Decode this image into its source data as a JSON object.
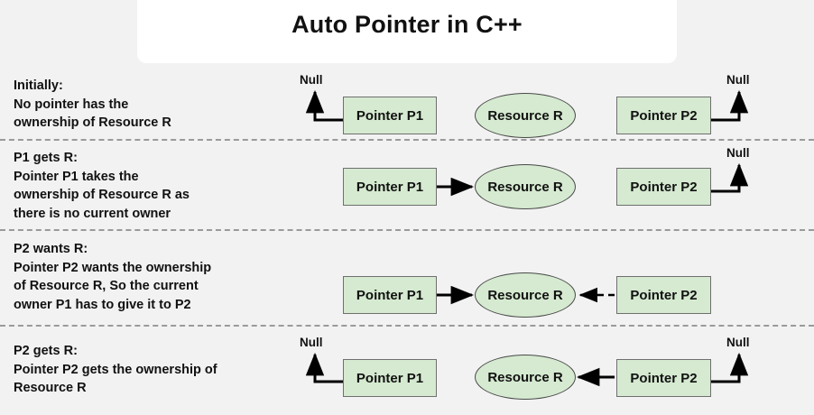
{
  "header": {
    "title": "Auto Pointer in C++"
  },
  "colors": {
    "page_background": "#f2f2f2",
    "card_background": "#ffffff",
    "node_fill": "#d5ead0",
    "node_border": "#6f6f6f",
    "divider": "#9a9a9a",
    "text": "#111111",
    "arrow": "#000000"
  },
  "labels": {
    "null": "Null",
    "pointer_p1": "Pointer P1",
    "pointer_p2": "Pointer P2",
    "resource_r": "Resource R"
  },
  "rows": [
    {
      "id": "initially",
      "heading": "Initially:",
      "body": "No pointer has the\nownership of Resource R",
      "full_text": "Initially:\nNo pointer has the\nownership of Resource R",
      "p1_null": true,
      "p2_null": true,
      "p1_to_r": "none",
      "p2_to_r": "none"
    },
    {
      "id": "p1-gets-r",
      "heading": "P1 gets R:",
      "body": "Pointer P1 takes the\nownership of Resource R as\nthere is no current owner",
      "full_text": "P1 gets R:\nPointer P1 takes the\nownership of Resource R as\nthere is no current owner",
      "p1_null": false,
      "p2_null": true,
      "p1_to_r": "solid",
      "p2_to_r": "none"
    },
    {
      "id": "p2-wants-r",
      "heading": "P2 wants R:",
      "body": "Pointer P2 wants the ownership\nof Resource R, So the current\nowner P1 has to give it to P2",
      "full_text": "P2 wants R:\nPointer P2 wants the ownership\nof Resource R, So the current\nowner P1 has to give it to P2",
      "p1_null": false,
      "p2_null": false,
      "p1_to_r": "solid",
      "p2_to_r": "dashed"
    },
    {
      "id": "p2-gets-r",
      "heading": "P2 gets R:",
      "body": "Pointer P2 gets the ownership of\nResource R",
      "full_text": "P2 gets R:\nPointer P2 gets the ownership of\nResource R",
      "p1_null": true,
      "p2_null": false,
      "p1_to_r": "none",
      "p2_to_r": "solid"
    }
  ]
}
